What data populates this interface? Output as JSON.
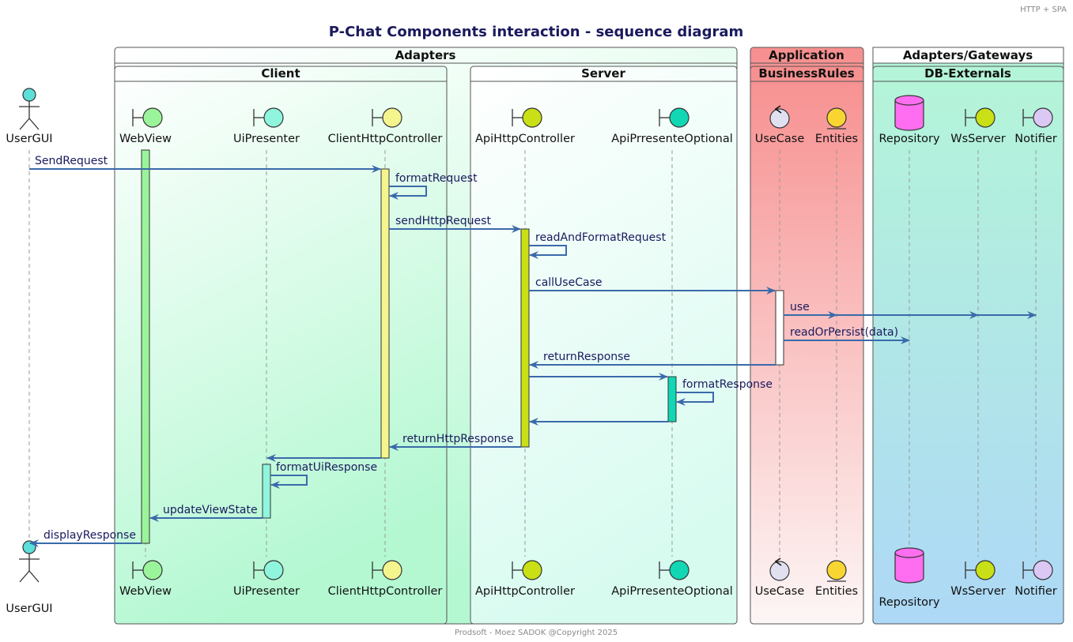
{
  "header_text": "HTTP + SPA",
  "title": "P-Chat Components interaction - sequence diagram",
  "footer": "Prodsoft - Moez SADOK @Copyright 2025",
  "colors": {
    "arrow": "#3a6aaa",
    "lifeline": "#999999",
    "webview": "#9af59a",
    "uipresenter": "#8ff5dc",
    "clienthttp": "#f5f58e",
    "apihttp": "#c8e015",
    "apipresenter": "#11d7b4",
    "usecase": "#e0e0f0",
    "entities": "#f9d532",
    "repository": "#ff6ef0",
    "wsserver": "#c8e015",
    "notifier": "#dcc8f5",
    "actor": "#5ae0d8"
  },
  "groups": {
    "adapters": "Adapters",
    "client": "Client",
    "server": "Server",
    "application": "Application",
    "business_rules": "BusinessRules",
    "adapters_gateways": "Adapters/Gateways",
    "db_externals": "DB-Externals"
  },
  "participants": [
    {
      "id": "usergui",
      "label": "UserGUI",
      "kind": "actor"
    },
    {
      "id": "webview",
      "label": "WebView",
      "kind": "boundary"
    },
    {
      "id": "uipresenter",
      "label": "UiPresenter",
      "kind": "boundary"
    },
    {
      "id": "clienthttp",
      "label": "ClientHttpController",
      "kind": "boundary"
    },
    {
      "id": "apihttp",
      "label": "ApiHttpController",
      "kind": "boundary"
    },
    {
      "id": "apipresenter",
      "label": "ApiPrresenteOptional",
      "kind": "entity-circle"
    },
    {
      "id": "usecase",
      "label": "UseCase",
      "kind": "control"
    },
    {
      "id": "entities",
      "label": "Entities",
      "kind": "entity"
    },
    {
      "id": "repository",
      "label": "Repository",
      "kind": "database"
    },
    {
      "id": "wsserver",
      "label": "WsServer",
      "kind": "boundary"
    },
    {
      "id": "notifier",
      "label": "Notifier",
      "kind": "boundary"
    }
  ],
  "messages": [
    {
      "from": "usergui",
      "to": "clienthttp",
      "label": "SendRequest"
    },
    {
      "from": "clienthttp",
      "to": "clienthttp",
      "label": "formatRequest"
    },
    {
      "from": "clienthttp",
      "to": "apihttp",
      "label": "sendHttpRequest"
    },
    {
      "from": "apihttp",
      "to": "apihttp",
      "label": "readAndFormatRequest"
    },
    {
      "from": "apihttp",
      "to": "usecase",
      "label": "callUseCase"
    },
    {
      "from": "usecase",
      "to": "entities",
      "label": "use"
    },
    {
      "from": "entities",
      "to": "wsserver",
      "label": ""
    },
    {
      "from": "wsserver",
      "to": "notifier",
      "label": ""
    },
    {
      "from": "usecase",
      "to": "repository",
      "label": "readOrPersist(data)"
    },
    {
      "from": "usecase",
      "to": "apihttp",
      "label": "returnResponse"
    },
    {
      "from": "apihttp",
      "to": "apipresenter",
      "label": ""
    },
    {
      "from": "apipresenter",
      "to": "apipresenter",
      "label": "formatResponse"
    },
    {
      "from": "apipresenter",
      "to": "apihttp",
      "label": ""
    },
    {
      "from": "apihttp",
      "to": "clienthttp",
      "label": "returnHttpResponse"
    },
    {
      "from": "clienthttp",
      "to": "uipresenter",
      "label": ""
    },
    {
      "from": "uipresenter",
      "to": "uipresenter",
      "label": "formatUiResponse"
    },
    {
      "from": "uipresenter",
      "to": "webview",
      "label": "updateViewState"
    },
    {
      "from": "webview",
      "to": "usergui",
      "label": "displayResponse"
    }
  ]
}
